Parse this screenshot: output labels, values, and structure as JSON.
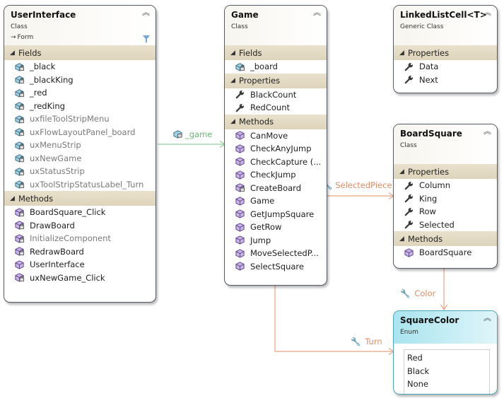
{
  "colors": {
    "border": "#555b62",
    "section": "#e4dbc3",
    "assoc_green": "#8fd29a",
    "assoc_orange": "#e8a585",
    "enum_header": "#b6e8f2"
  },
  "user_interface": {
    "title": "UserInterface",
    "stereotype": "Class",
    "base": "Form",
    "fields_label": "Fields",
    "fields": [
      {
        "name": "_black",
        "gray": false
      },
      {
        "name": "_blackKing",
        "gray": false
      },
      {
        "name": "_red",
        "gray": false
      },
      {
        "name": "_redKing",
        "gray": false
      },
      {
        "name": "uxfileToolStripMenu",
        "gray": true
      },
      {
        "name": "uxFlowLayoutPanel_board",
        "gray": true
      },
      {
        "name": "uxMenuStrip",
        "gray": true
      },
      {
        "name": "uxNewGame",
        "gray": true
      },
      {
        "name": "uxStatusStrip",
        "gray": true
      },
      {
        "name": "uxToolStripStatusLabel_Turn",
        "gray": true
      }
    ],
    "methods_label": "Methods",
    "methods": [
      {
        "name": "BoardSquare_Click",
        "gray": false
      },
      {
        "name": "DrawBoard",
        "gray": false
      },
      {
        "name": "InitializeComponent",
        "gray": true
      },
      {
        "name": "RedrawBoard",
        "gray": false
      },
      {
        "name": "UserInterface",
        "gray": false
      },
      {
        "name": "uxNewGame_Click",
        "gray": false
      }
    ]
  },
  "game": {
    "title": "Game",
    "stereotype": "Class",
    "fields_label": "Fields",
    "fields": [
      "_board"
    ],
    "properties_label": "Properties",
    "properties": [
      "BlackCount",
      "RedCount"
    ],
    "methods_label": "Methods",
    "methods": [
      "CanMove",
      "CheckAnyJump",
      "CheckCapture (...",
      "CheckJump",
      "CreateBoard",
      "Game",
      "GetJumpSquare",
      "GetRow",
      "Jump",
      "MoveSelectedP...",
      "SelectSquare"
    ]
  },
  "linked_list_cell": {
    "title": "LinkedListCell<T>",
    "stereotype": "Generic Class",
    "properties_label": "Properties",
    "properties": [
      "Data",
      "Next"
    ]
  },
  "board_square": {
    "title": "BoardSquare",
    "stereotype": "Class",
    "properties_label": "Properties",
    "properties": [
      "Column",
      "King",
      "Row",
      "Selected"
    ],
    "methods_label": "Methods",
    "methods": [
      "BoardSquare"
    ]
  },
  "square_color": {
    "title": "SquareColor",
    "stereotype": "Enum",
    "values": [
      "Red",
      "Black",
      "None"
    ]
  },
  "connectors": {
    "game_field": "_game",
    "selected_piece": "SelectedPiece",
    "color": "Color",
    "turn": "Turn"
  }
}
